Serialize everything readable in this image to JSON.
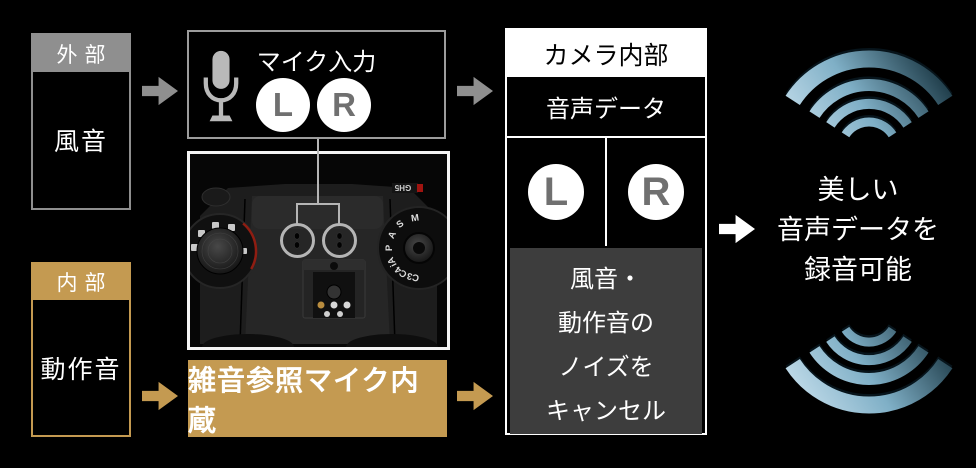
{
  "colors": {
    "background": "#000000",
    "gray": "#8f8f8f",
    "gold": "#c49a51",
    "panel_border": "#ffffff",
    "cancel_bg": "#3d3d3d",
    "channel_letter": "#707070",
    "wave_light": "#c2dcea",
    "wave_dark": "#17333f"
  },
  "external_box": {
    "header": "外部",
    "label": "風音"
  },
  "internal_box": {
    "header": "内部",
    "label": "動作音"
  },
  "mic_input_box": {
    "title": "マイク入力",
    "left": "L",
    "right": "R"
  },
  "noise_ref_label": "雑音参照マイク内蔵",
  "camera_panel": {
    "header": "カメラ内部",
    "audio_data": "音声データ",
    "left": "L",
    "right": "R",
    "cancel_lines": [
      "風音・",
      "動作音の",
      "ノイズを",
      "キャンセル"
    ]
  },
  "result_text": {
    "line1": "美しい",
    "line2": "音声データを",
    "line3": "録音可能"
  },
  "camera_photo": {
    "dial_letters": [
      "M",
      "S",
      "A",
      "P",
      "iA",
      "C4",
      "C3"
    ],
    "model_label": "GH5"
  },
  "icons": {
    "microphone": "microphone-icon",
    "flow_arrow": "arrow-right-icon",
    "sound_wave": "sound-wave-arcs-icon"
  }
}
